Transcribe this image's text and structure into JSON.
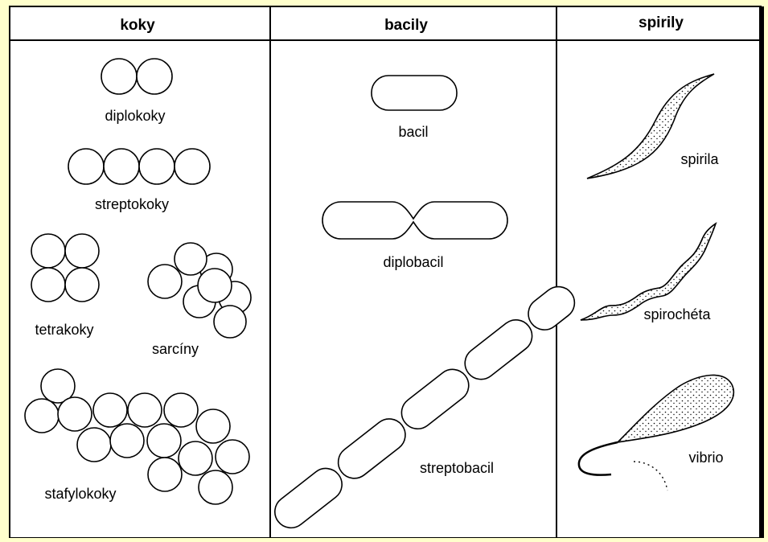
{
  "columns": [
    {
      "title": "koky"
    },
    {
      "title": "bacily"
    },
    {
      "title": "spirily"
    }
  ],
  "labels": {
    "diplokoky": "diplokoky",
    "streptokoky": "streptokoky",
    "tetrakoky": "tetrakoky",
    "sarciny": "sarcíny",
    "stafylokoky": "stafylokoky",
    "bacil": "bacil",
    "diplobacil": "diplobacil",
    "streptobacil": "streptobacil",
    "spirila": "spirila",
    "spirocheta": "spirochéta",
    "vibrio": "vibrio"
  },
  "colors": {
    "background": "#ffffcc",
    "table": "#ffffff",
    "lines": "#000000"
  }
}
